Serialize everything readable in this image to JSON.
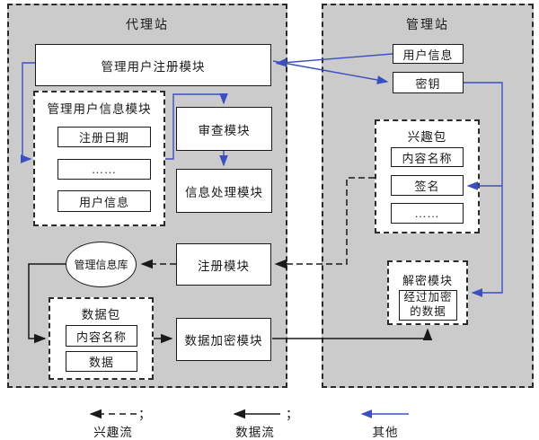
{
  "diagram": {
    "colors": {
      "station_fill": "#cbcbcb",
      "border_black": "#1a1a1a",
      "arrow_blue": "#3a50c2",
      "background": "#ffffff"
    },
    "proxy_station": {
      "title": "代理站",
      "manage_user_register_module": "管理用户注册模块",
      "manage_user_info_module": {
        "title": "管理用户信息模块",
        "items": [
          "注册日期",
          "……",
          "用户信息"
        ]
      },
      "review_module": "审查模块",
      "info_processing_module": "信息处理模块",
      "management_info_base": "管理信息库",
      "register_module": "注册模块",
      "data_packet": {
        "title": "数据包",
        "items": [
          "内容名称",
          "数据"
        ]
      },
      "data_encryption_module": "数据加密模块"
    },
    "management_station": {
      "title": "管理站",
      "user_info": "用户信息",
      "key": "密钥",
      "interest_packet": {
        "title": "兴趣包",
        "items": [
          "内容名称",
          "签名",
          "……"
        ]
      },
      "decryption_module": {
        "title": "解密模块",
        "inner_line1": "经过加密",
        "inner_line2": "的数据"
      }
    },
    "legend": {
      "interest_flow": {
        "label": "兴趣流",
        "separator": "；"
      },
      "data_flow": {
        "label": "数据流",
        "separator": "；"
      },
      "other": {
        "label": "其他"
      }
    }
  }
}
